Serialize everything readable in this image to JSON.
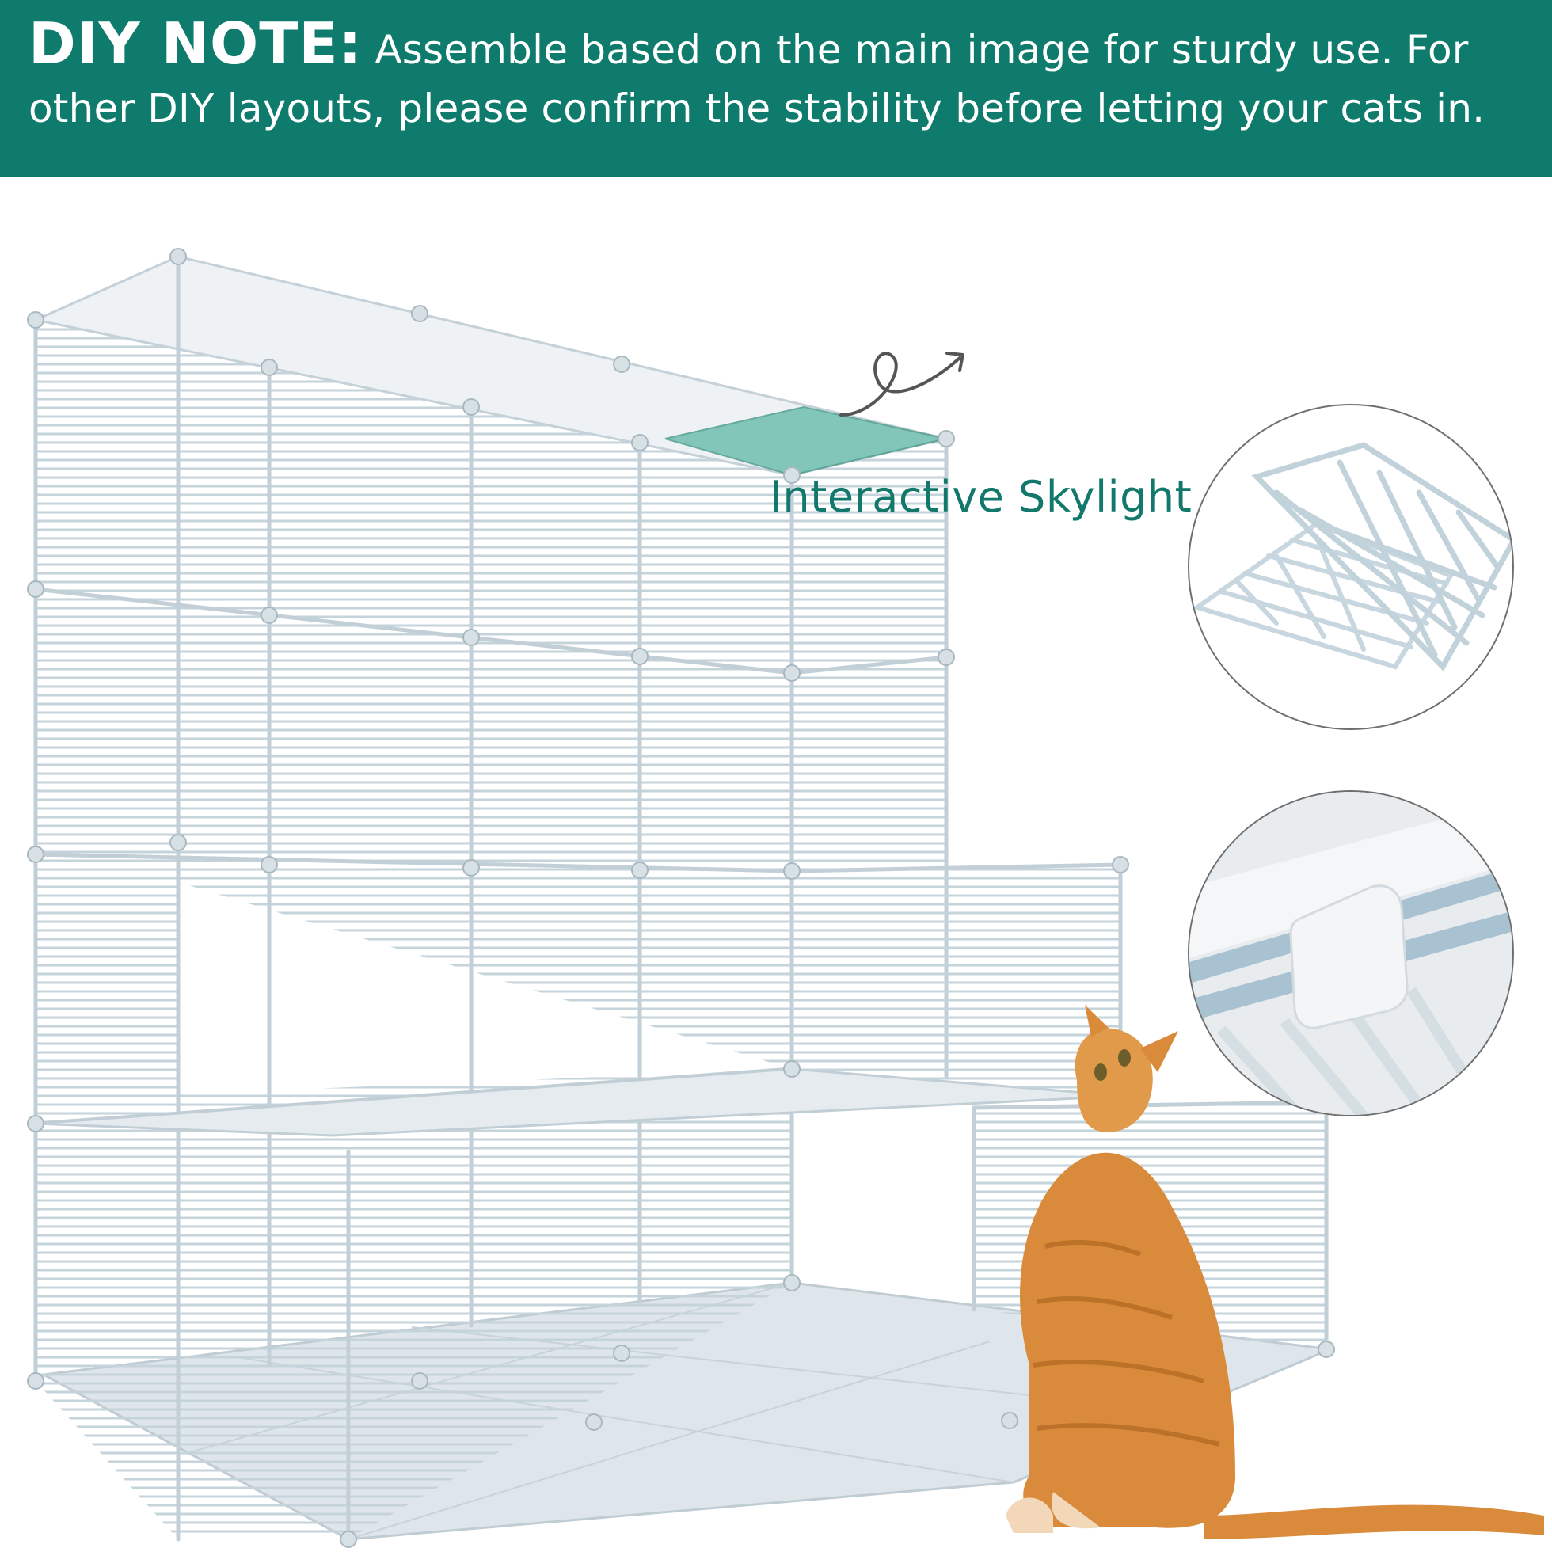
{
  "banner": {
    "label": "DIY NOTE:",
    "line1": "Assemble based on the main image for sturdy use. For",
    "line2": "other DIY layouts, please confirm the stability before letting your cats in."
  },
  "callout": {
    "skylight_label": "Interactive Skylight"
  },
  "colors": {
    "banner_bg": "#0f7b6c",
    "banner_text": "#ffffff",
    "accent_text": "#12786b",
    "wire": "#c9d6dd",
    "panel": "#e7edf1",
    "skylight_panel": "#5fb3a2",
    "cat": "#d98a3a"
  },
  "icons": {
    "arrow": "curly-arrow-icon"
  }
}
